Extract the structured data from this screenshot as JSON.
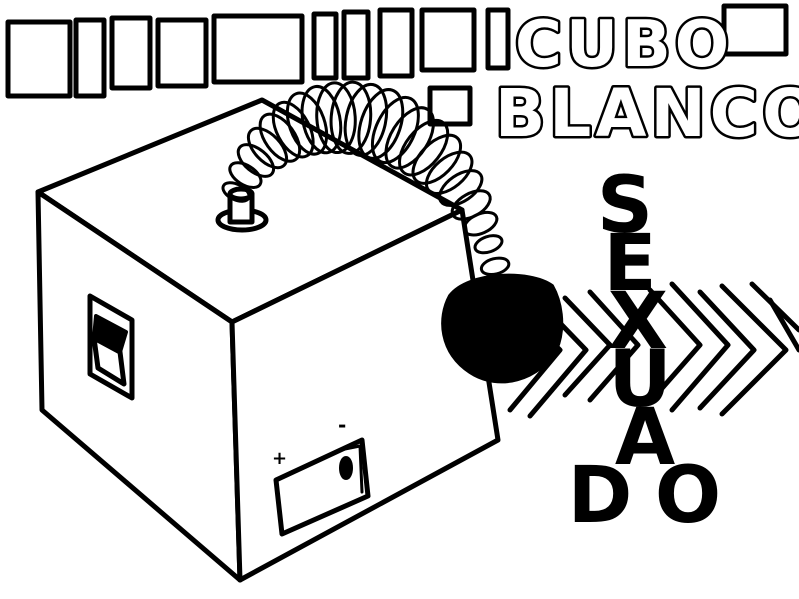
{
  "title_line1": "CUBO",
  "title_line2": "BLANCO",
  "vertical_word": [
    "S",
    "E",
    "X",
    "U",
    "A",
    "D",
    "O"
  ],
  "battery_plus": "+",
  "battery_minus": "-",
  "colors": {
    "ink": "#000000",
    "paper": "#ffffff"
  }
}
